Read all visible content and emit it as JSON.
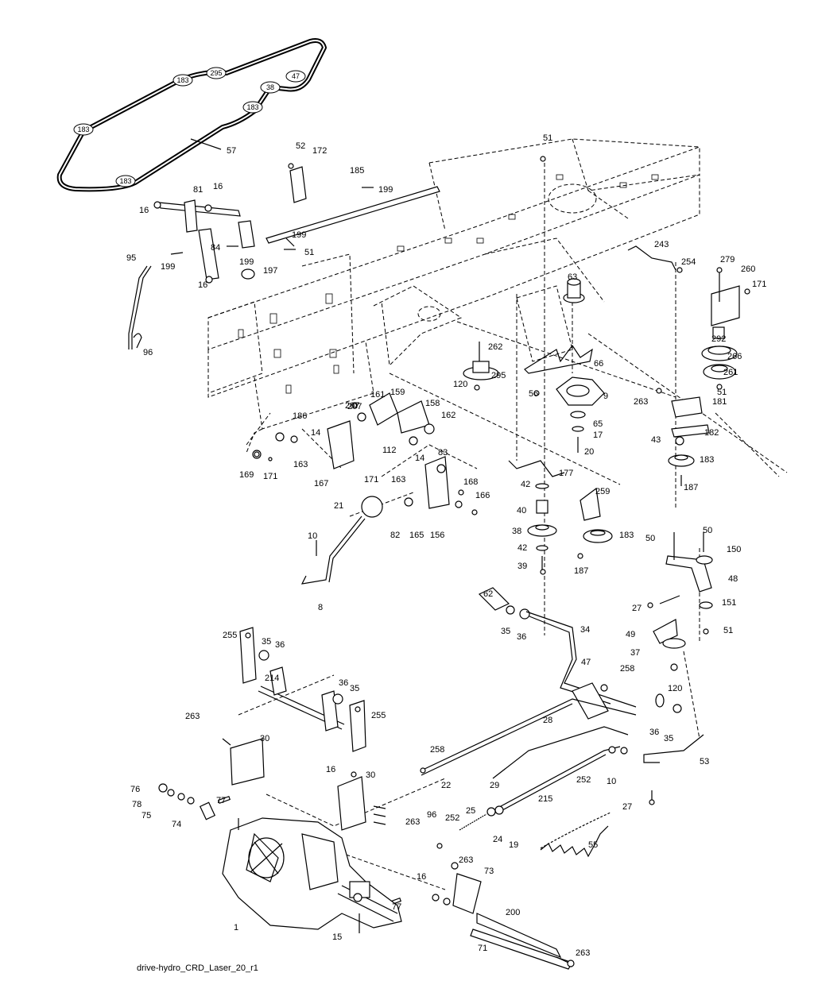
{
  "caption": "drive-hydro_CRD_Laser_20_r1",
  "belt_callouts": [
    "183",
    "295",
    "47",
    "38",
    "183",
    "183",
    "183"
  ],
  "labels": [
    "57",
    "52",
    "172",
    "185",
    "199",
    "51",
    "81",
    "16",
    "16",
    "84",
    "199",
    "199",
    "51",
    "95",
    "199",
    "16",
    "197",
    "96",
    "243",
    "254",
    "279",
    "260",
    "171",
    "63",
    "292",
    "266",
    "261",
    "51",
    "262",
    "66",
    "295",
    "120",
    "56",
    "9",
    "263",
    "181",
    "207",
    "161",
    "159",
    "158",
    "162",
    "186",
    "14",
    "207",
    "112",
    "14",
    "65",
    "17",
    "20",
    "43",
    "182",
    "183",
    "163",
    "169",
    "171",
    "167",
    "171",
    "163",
    "83",
    "177",
    "168",
    "166",
    "42",
    "40",
    "259",
    "187",
    "21",
    "82",
    "165",
    "156",
    "38",
    "183",
    "10",
    "42",
    "39",
    "187",
    "50",
    "50",
    "150",
    "48",
    "8",
    "27",
    "151",
    "51",
    "62",
    "35",
    "36",
    "34",
    "49",
    "47",
    "37",
    "255",
    "35",
    "36",
    "258",
    "120",
    "214",
    "36",
    "35",
    "263",
    "30",
    "255",
    "28",
    "36",
    "35",
    "53",
    "258",
    "16",
    "30",
    "76",
    "77",
    "78",
    "75",
    "74",
    "263",
    "22",
    "29",
    "252",
    "10",
    "96",
    "252",
    "25",
    "24",
    "19",
    "215",
    "27",
    "55",
    "263",
    "73",
    "16",
    "77",
    "1",
    "200",
    "15",
    "71",
    "263"
  ]
}
